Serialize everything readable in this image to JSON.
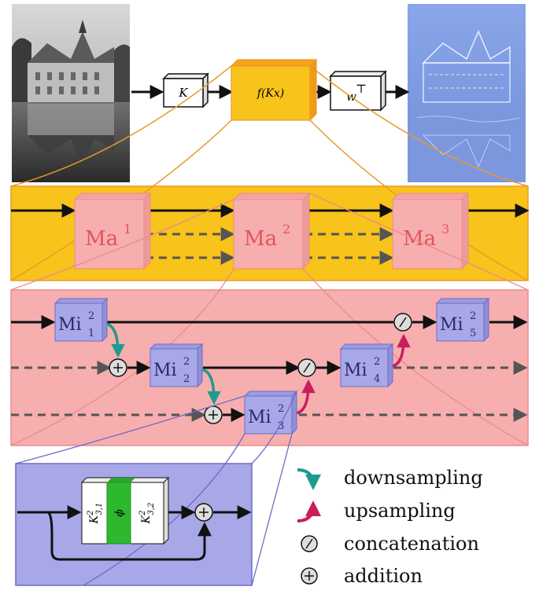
{
  "top": {
    "k_label": "K",
    "f_label": "f(Kx)",
    "w_label": "w",
    "w_sup": "⊤"
  },
  "macro": {
    "blocks": [
      {
        "base": "Ma",
        "sup": "1"
      },
      {
        "base": "Ma",
        "sup": "2"
      },
      {
        "base": "Ma",
        "sup": "3"
      }
    ]
  },
  "micro": {
    "blocks": [
      {
        "base": "Mi",
        "sup": "2",
        "sub": "1"
      },
      {
        "base": "Mi",
        "sup": "2",
        "sub": "2"
      },
      {
        "base": "Mi",
        "sup": "2",
        "sub": "3"
      },
      {
        "base": "Mi",
        "sup": "2",
        "sub": "4"
      },
      {
        "base": "Mi",
        "sup": "2",
        "sub": "5"
      }
    ]
  },
  "detail": {
    "k1_base": "K",
    "k1_sup": "2",
    "k1_sub": "3,1",
    "phi": "ϕ",
    "k2_base": "K",
    "k2_sup": "2",
    "k2_sub": "3,2"
  },
  "legend": {
    "downsampling": "downsampling",
    "upsampling": "upsampling",
    "concatenation": "concatenation",
    "addition": "addition"
  },
  "colors": {
    "orange": "#F8C31A",
    "orange_line": "#E89A2C",
    "pink": "#F7AEAE",
    "pink_line": "#E98C8C",
    "blue": "#A8A8E8",
    "blue_line": "#6C6CC8",
    "teal": "#1E9A8E",
    "crimson": "#C81E5A",
    "green": "#2DB82D"
  }
}
